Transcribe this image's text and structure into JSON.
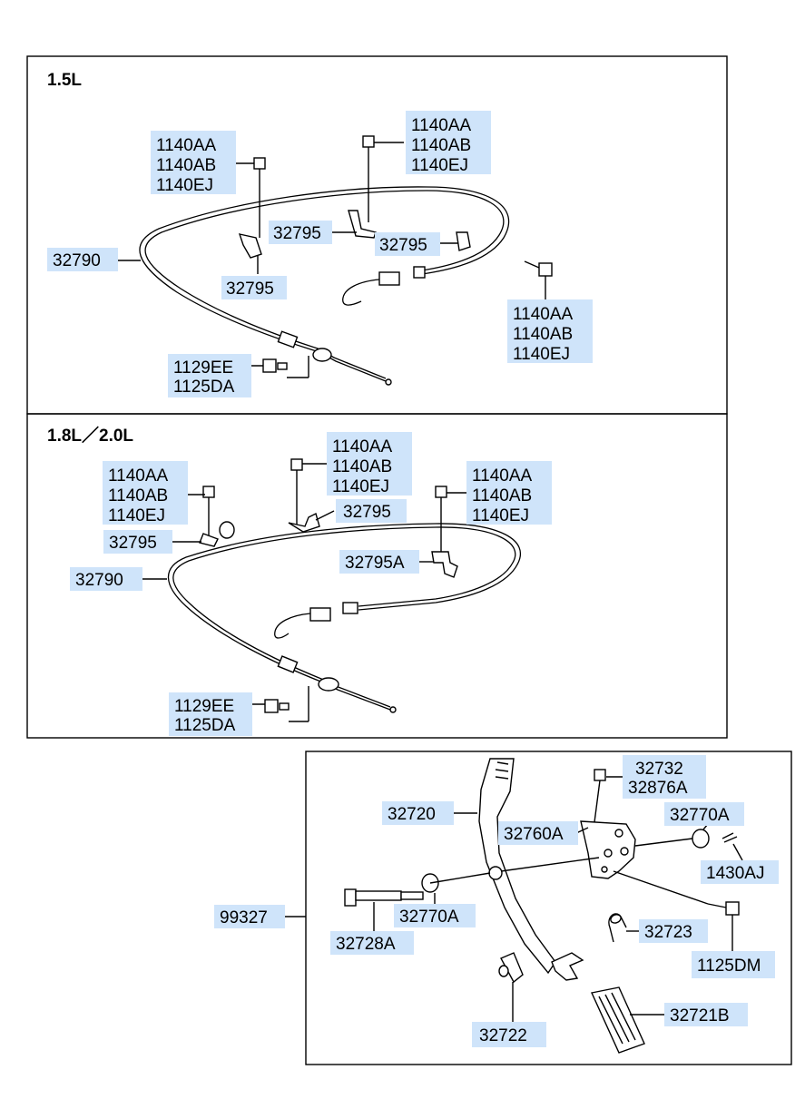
{
  "sections": {
    "upper_title": "1.5L",
    "middle_title": "1.8L／2.0L"
  },
  "upper": {
    "bolt_left": [
      "1140AA",
      "1140AB",
      "1140EJ"
    ],
    "bolt_top": [
      "1140AA",
      "1140AB",
      "1140EJ"
    ],
    "bolt_right": [
      "1140AA",
      "1140AB",
      "1140EJ"
    ],
    "clamp_mid": "32795",
    "clamp_right": "32795",
    "clamp_left": "32795",
    "cable": "32790",
    "nut": [
      "1129EE",
      "1125DA"
    ]
  },
  "middle": {
    "bolt_left": [
      "1140AA",
      "1140AB",
      "1140EJ"
    ],
    "bolt_mid": [
      "1140AA",
      "1140AB",
      "1140EJ"
    ],
    "bolt_right": [
      "1140AA",
      "1140AB",
      "1140EJ"
    ],
    "clamp_left": "32795",
    "clamp_mid": "32795",
    "clamp_a": "32795A",
    "cable": "32790",
    "nut": [
      "1129EE",
      "1125DA"
    ]
  },
  "pedal": {
    "assembly": "99327",
    "arm": "32720",
    "bracket": "32760A",
    "screw": [
      "32732",
      "32876A"
    ],
    "bushing_right": "32770A",
    "pin": "1430AJ",
    "shaft_bolt": "32728A",
    "bushing_left": "32770A",
    "spring": "32723",
    "bolt": "1125DM",
    "stopper": "32722",
    "pad": "32721B"
  }
}
